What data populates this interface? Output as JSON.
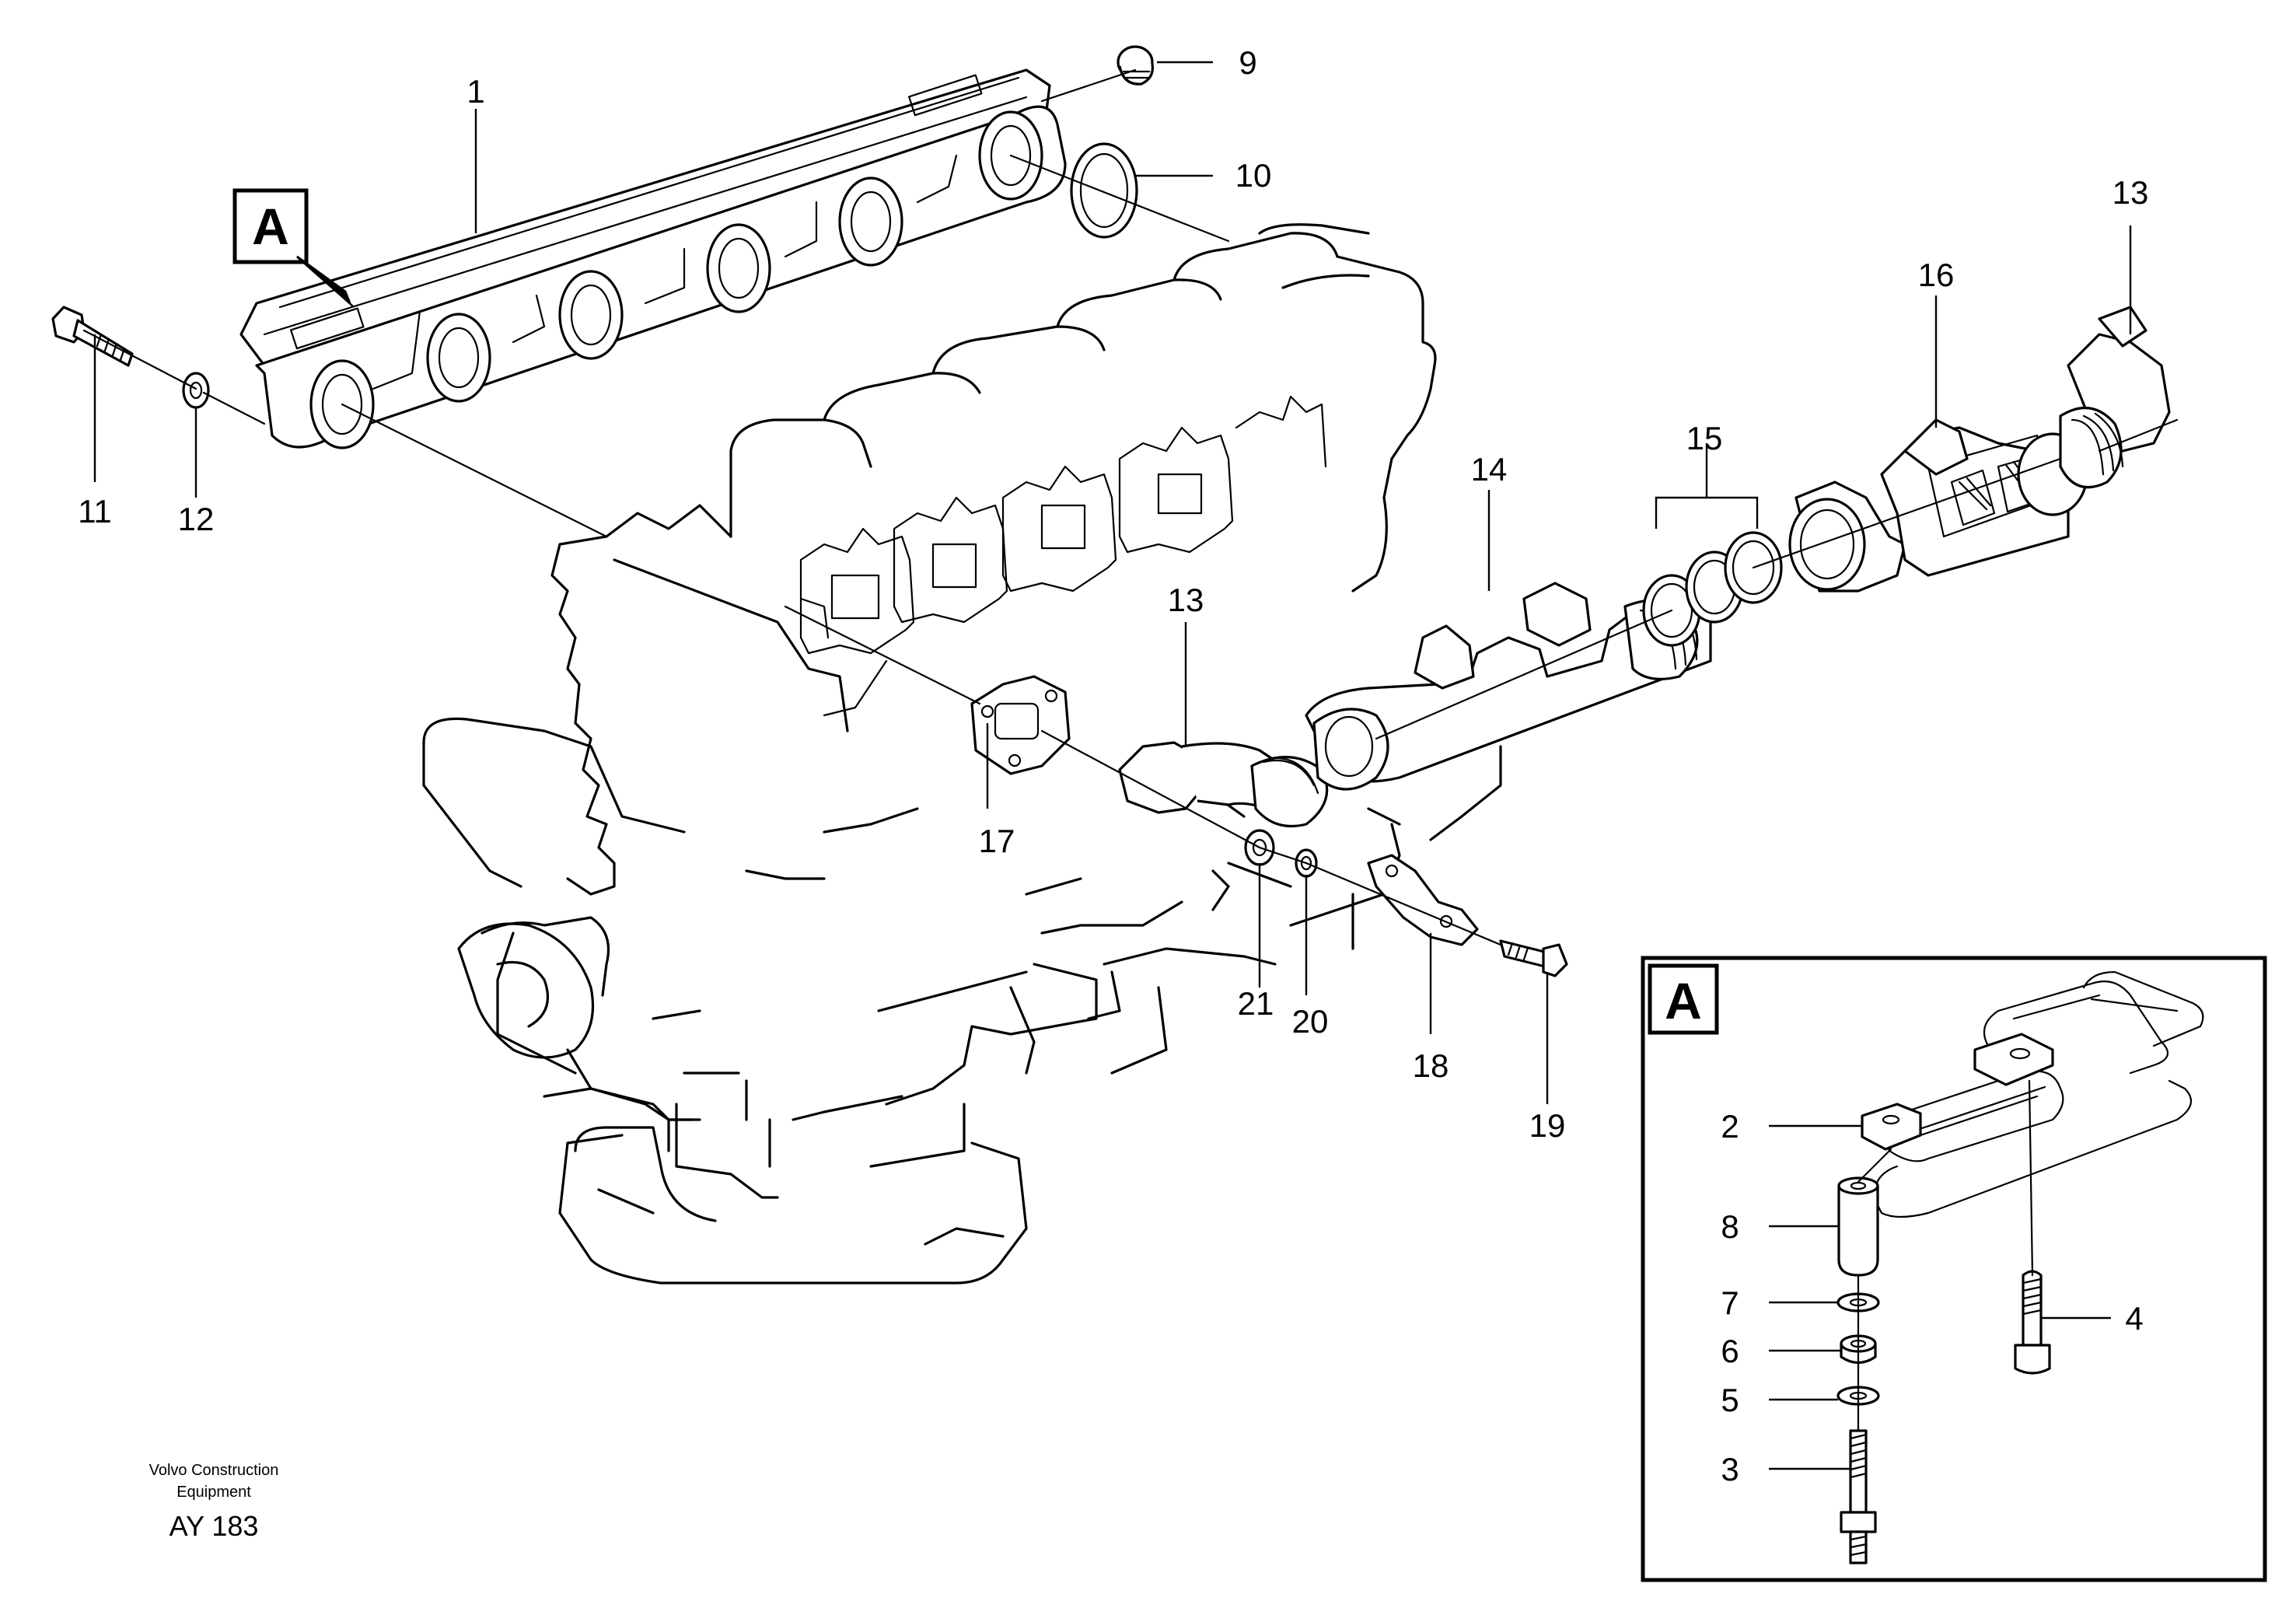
{
  "diagram": {
    "detail_tag": "A",
    "detail_inset_tag": "A",
    "callouts": {
      "c1": "1",
      "c2": "2",
      "c3": "3",
      "c4": "4",
      "c5": "5",
      "c6": "6",
      "c7": "7",
      "c8": "8",
      "c9": "9",
      "c10": "10",
      "c11": "11",
      "c12": "12",
      "c13a": "13",
      "c13b": "13",
      "c14": "14",
      "c15": "15",
      "c16": "16",
      "c17": "17",
      "c18": "18",
      "c19": "19",
      "c20": "20",
      "c21": "21"
    }
  },
  "footer": {
    "brand_line1": "Volvo Construction",
    "brand_line2": "Equipment",
    "drawing_code": "AY 183"
  }
}
